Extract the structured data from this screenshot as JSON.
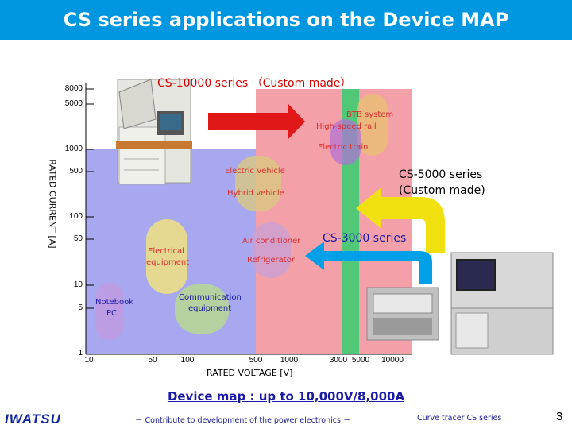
{
  "title": "CS series applications on the Device MAP",
  "axes": {
    "y_title": "RATED CURRENT [A]",
    "x_title": "RATED VOLTAGE [V]",
    "y_ticks": [
      "8000",
      "5000",
      "1000",
      "500",
      "100",
      "50",
      "10",
      "5",
      "1"
    ],
    "x_ticks": [
      "10",
      "50",
      "100",
      "500",
      "1000",
      "3000",
      "5000",
      "10000"
    ]
  },
  "series_labels": {
    "cs10000": "CS-10000 series （Custom made）",
    "cs5000_line1": "CS-5000 series",
    "cs5000_line2": "(Custom made)",
    "cs3000": "CS-3000 series"
  },
  "applications": {
    "btb_line1": "BTB system",
    "btb_line2": "High-speed rail",
    "electric_train": "Electric train",
    "electric_vehicle": "Electric vehicle",
    "hybrid_vehicle": "Hybrid vehicle",
    "air_conditioner": "Air conditioner",
    "refrigerator": "Refrigerator",
    "electrical_line1": "Electrical",
    "electrical_line2": "equipment",
    "communication_line1": "Communication",
    "communication_line2": "equipment",
    "notebook_line1": "Notebook",
    "notebook_line2": "PC"
  },
  "caption": "Device map : up to 10,000V/8,000A",
  "footer": {
    "logo": "IWATSU",
    "tagline": "－ Contribute to development of the power electronics －",
    "product_line": "Curve tracer CS series",
    "page_number": "3"
  },
  "colors": {
    "title_bar": "#0096e0",
    "cs3000_region": "#a8a8f0",
    "cs10000_region": "#f4a0a8",
    "cs5000_band": "#50c878",
    "arrow_red": "#e01818",
    "arrow_yellow": "#f0e010",
    "arrow_blue": "#00a0e8",
    "app_label": "#d93030"
  }
}
